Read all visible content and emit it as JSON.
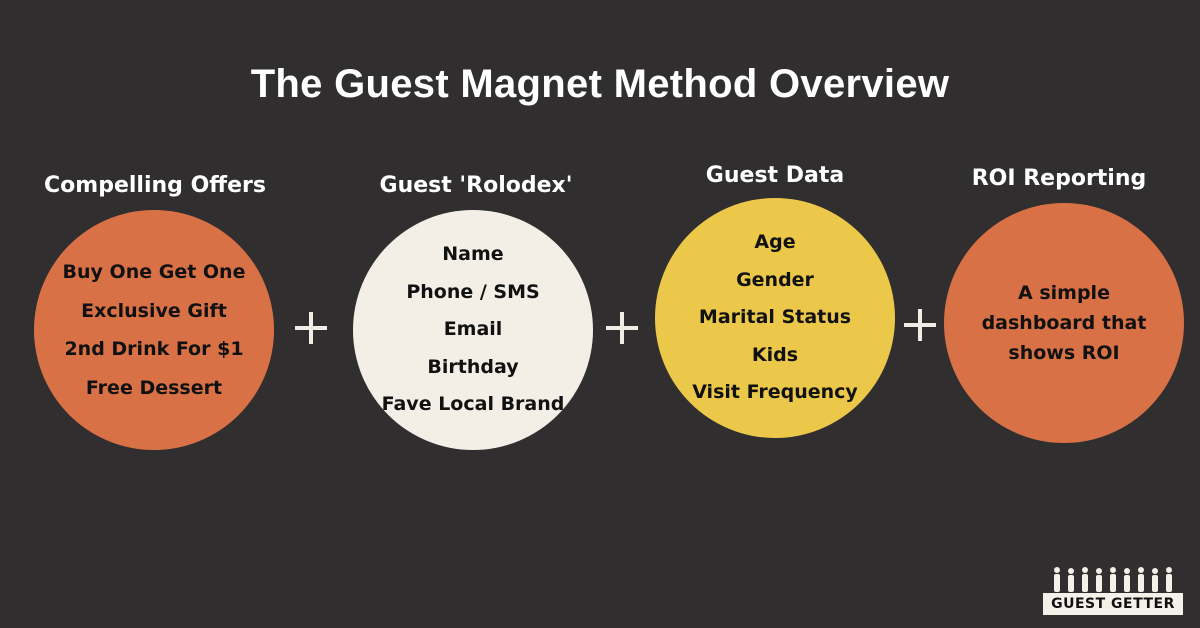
{
  "title": "The Guest Magnet Method Overview",
  "columns": [
    {
      "label": "Compelling Offers",
      "color": "#d97146",
      "items": [
        "Buy One Get One",
        "Exclusive Gift",
        "2nd Drink For $1",
        "Free Dessert"
      ]
    },
    {
      "label": "Guest 'Rolodex'",
      "color": "#f3efe6",
      "items": [
        "Name",
        "Phone / SMS",
        "Email",
        "Birthday",
        "Fave Local Brand"
      ]
    },
    {
      "label": "Guest Data",
      "color": "#ecc84a",
      "items": [
        "Age",
        "Gender",
        "Marital Status",
        "Kids",
        "Visit Frequency"
      ]
    },
    {
      "label": "ROI Reporting",
      "color": "#d97146",
      "items": [
        "A simple",
        "dashboard that",
        "shows ROI"
      ]
    }
  ],
  "logo": {
    "text": "GUEST GETTER"
  },
  "colors": {
    "background": "#302e2f",
    "plus": "#f1ede6"
  }
}
